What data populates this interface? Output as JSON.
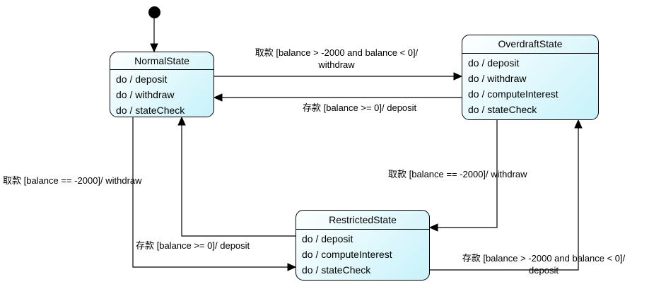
{
  "diagram": {
    "kind": "uml-state-machine",
    "colors": {
      "state_fill": "#c7f2fa",
      "state_fill_highlight": "#ffffff",
      "state_border": "#000000",
      "connector": "#000000",
      "background": "#ffffff"
    },
    "states": {
      "normal": {
        "name": "NormalState",
        "activities": [
          "do / deposit",
          "do / withdraw",
          "do / stateCheck"
        ]
      },
      "overdraft": {
        "name": "OverdraftState",
        "activities": [
          "do / deposit",
          "do / withdraw",
          "do / computeInterest",
          "do / stateCheck"
        ]
      },
      "restricted": {
        "name": "RestrictedState",
        "activities": [
          "do / deposit",
          "do / computeInterest",
          "do / stateCheck"
        ]
      }
    },
    "transitions": {
      "normal_to_overdraft": {
        "line1": "取款 [balance > -2000 and balance < 0]/",
        "line2": "withdraw"
      },
      "overdraft_to_normal": {
        "label": "存款 [balance >= 0]/ deposit"
      },
      "normal_to_restricted": {
        "label": "取款 [balance == -2000]/ withdraw"
      },
      "restricted_to_normal": {
        "label": "存款 [balance >= 0]/ deposit"
      },
      "overdraft_to_restricted": {
        "label": "取款 [balance == -2000]/ withdraw"
      },
      "restricted_to_overdraft": {
        "line1": "存款 [balance > -2000 and balance < 0]/",
        "line2": "deposit"
      }
    }
  }
}
